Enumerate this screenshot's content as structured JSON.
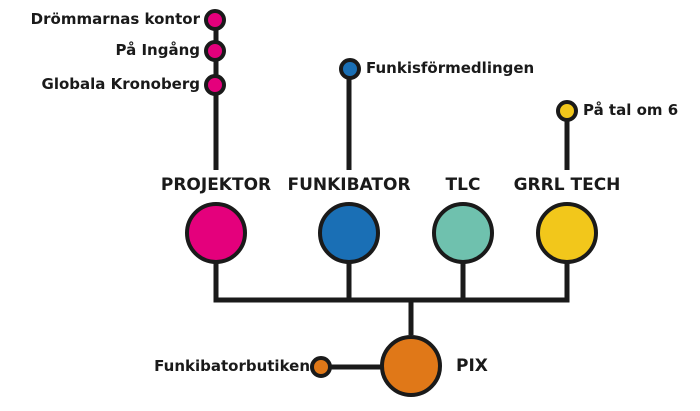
{
  "colors": {
    "line": "#1a1a1a",
    "projektor": "#e4007c",
    "funkibator": "#1a6fb5",
    "tlc": "#6fc1ae",
    "grrl_tech": "#f2c71b",
    "pix": "#e07818"
  },
  "pix": {
    "label": "PIX",
    "branch_label": "Funkibatorbutiken"
  },
  "units": [
    {
      "label": "PROJEKTOR",
      "color_key": "projektor",
      "sub_items": [
        "Drömmarnas kontor",
        "På Ingång",
        "Globala Kronoberg"
      ]
    },
    {
      "label": "FUNKIBATOR",
      "color_key": "funkibator",
      "sub_items": [
        "Funkisförmedlingen"
      ]
    },
    {
      "label": "TLC",
      "color_key": "tlc",
      "sub_items": []
    },
    {
      "label": "GRRL TECH",
      "color_key": "grrl_tech",
      "sub_items": [
        "På tal om 6"
      ]
    }
  ]
}
